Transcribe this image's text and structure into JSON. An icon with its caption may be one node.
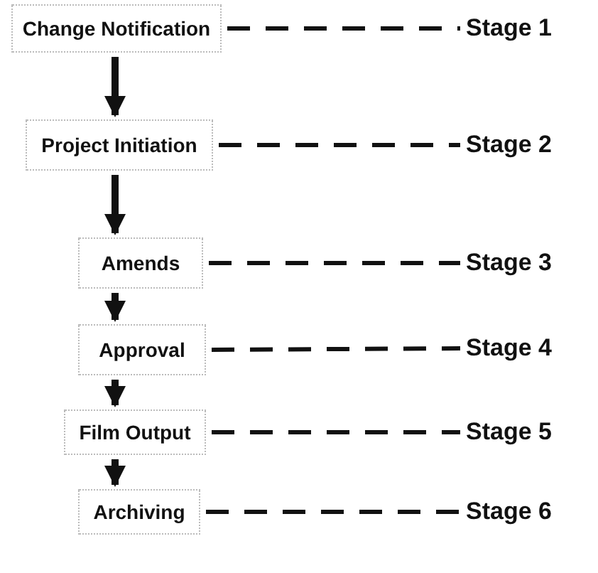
{
  "diagram": {
    "nodes": [
      {
        "text": [
          "Change Notification"
        ]
      },
      {
        "text": [
          "Project Initiation"
        ]
      },
      {
        "text": [
          "Amends"
        ]
      },
      {
        "text": [
          "Approval"
        ]
      },
      {
        "text": [
          "Film Output"
        ]
      },
      {
        "text": [
          "Archiving"
        ]
      },
      {
        "text": [
          "Stage 1"
        ]
      },
      {
        "text": [
          "Stage 2"
        ]
      },
      {
        "text": [
          "Stage 3"
        ]
      },
      {
        "text": [
          "Stage 4"
        ]
      },
      {
        "text": [
          "Stage 5"
        ]
      },
      {
        "text": [
          "Stage 6"
        ]
      }
    ],
    "edges": [
      {
        "from": 0,
        "to": 1,
        "arrow": "to"
      },
      {
        "from": 1,
        "to": 2,
        "arrow": "to"
      },
      {
        "from": 2,
        "to": 3,
        "arrow": "to"
      },
      {
        "from": 3,
        "to": 4,
        "arrow": "to"
      },
      {
        "from": 4,
        "to": 5,
        "arrow": "to"
      },
      {
        "from": 0,
        "to": 6,
        "arrow": "none",
        "style": "dashed"
      },
      {
        "from": 1,
        "to": 7,
        "arrow": "none",
        "style": "dashed"
      },
      {
        "from": 2,
        "to": 8,
        "arrow": "none",
        "style": "dashed"
      },
      {
        "from": 3,
        "to": 9,
        "arrow": "none",
        "style": "dashed"
      },
      {
        "from": 4,
        "to": 10,
        "arrow": "none",
        "style": "dashed"
      },
      {
        "from": 5,
        "to": 11,
        "arrow": "none",
        "style": "dashed"
      }
    ]
  }
}
